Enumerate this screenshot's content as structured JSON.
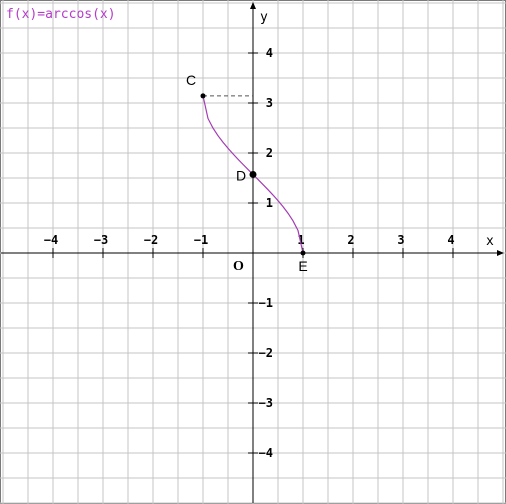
{
  "chart_data": {
    "type": "line",
    "title": "f(x)=arccos(x)",
    "title_color": "#b53cc8",
    "curve_color": "#a43bb5",
    "xlabel": "x",
    "ylabel": "y",
    "xlim": [
      -5,
      5
    ],
    "ylim": [
      -5,
      5
    ],
    "grid": true,
    "origin_label": "O",
    "x_ticks": [
      {
        "value": -4,
        "label": "−4"
      },
      {
        "value": -3,
        "label": "−3"
      },
      {
        "value": -2,
        "label": "−2"
      },
      {
        "value": -1,
        "label": "−1"
      },
      {
        "value": 1,
        "label": "1"
      },
      {
        "value": 2,
        "label": "2"
      },
      {
        "value": 3,
        "label": "3"
      },
      {
        "value": 4,
        "label": "4"
      }
    ],
    "y_ticks": [
      {
        "value": 4,
        "label": "4"
      },
      {
        "value": 3,
        "label": "3"
      },
      {
        "value": 2,
        "label": "2"
      },
      {
        "value": 1,
        "label": "1"
      },
      {
        "value": -1,
        "label": "−1"
      },
      {
        "value": -2,
        "label": "−2"
      },
      {
        "value": -3,
        "label": "−3"
      },
      {
        "value": -4,
        "label": "−4"
      }
    ],
    "series": [
      {
        "name": "f(x)=arccos(x)",
        "x": [
          -1,
          -0.9,
          -0.8,
          -0.7,
          -0.6,
          -0.5,
          -0.4,
          -0.3,
          -0.2,
          -0.1,
          0,
          0.1,
          0.2,
          0.3,
          0.4,
          0.5,
          0.6,
          0.7,
          0.8,
          0.9,
          1
        ],
        "y": [
          3.1416,
          2.6906,
          2.4981,
          2.3462,
          2.2143,
          2.0944,
          1.9823,
          1.8755,
          1.7722,
          1.671,
          1.5708,
          1.4706,
          1.3694,
          1.2661,
          1.1593,
          1.0472,
          0.9273,
          0.7954,
          0.6435,
          0.451,
          0
        ]
      }
    ],
    "points": [
      {
        "label": "C",
        "x": -1,
        "y": 3.1416,
        "label_pos": "upper-left"
      },
      {
        "label": "D",
        "x": 0,
        "y": 1.5708,
        "label_pos": "left"
      },
      {
        "label": "E",
        "x": 1,
        "y": 0,
        "label_pos": "below"
      }
    ],
    "guides": [
      {
        "from": [
          -1,
          3.1416
        ],
        "to": [
          0,
          3.1416
        ],
        "style": "dashed"
      }
    ]
  }
}
